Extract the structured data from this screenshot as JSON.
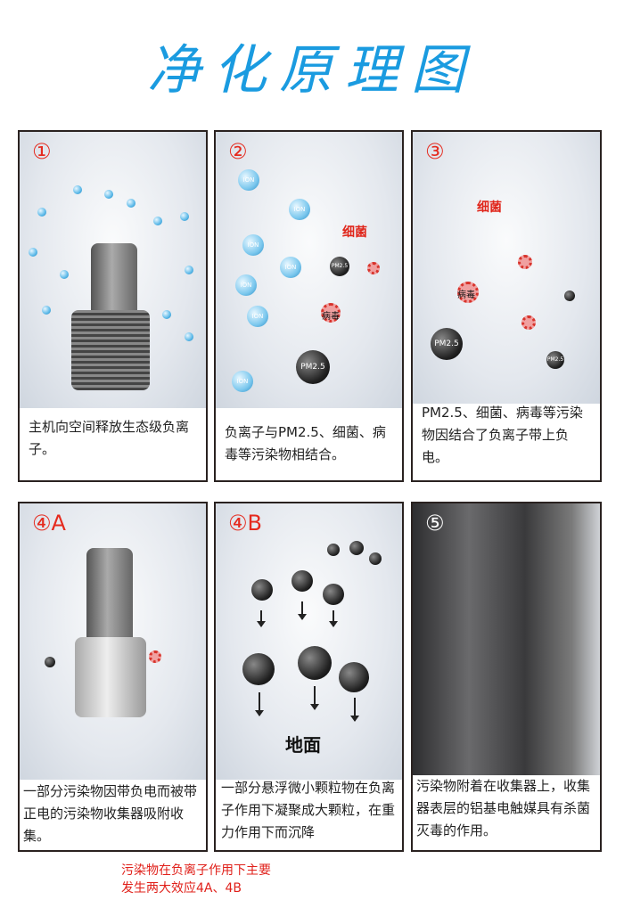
{
  "title": "净化原理图",
  "panels": [
    {
      "num": "①",
      "caption": "主机向空间释放生态级负离子。"
    },
    {
      "num": "②",
      "caption": "负离子与PM2.5、细菌、病毒等污染物相结合。",
      "labels": {
        "ion": "ION",
        "bacteria": "细菌",
        "virus": "病毒",
        "pm": "PM2.5"
      }
    },
    {
      "num": "③",
      "caption": "PM2.5、细菌、病毒等污染物因结合了负离子带上负电。",
      "labels": {
        "bacteria": "细菌",
        "virus": "病毒",
        "pm": "PM2.5"
      }
    },
    {
      "num": "④A",
      "caption": "一部分污染物因带负电而被带正电的污染物收集器吸附收集。"
    },
    {
      "num": "④B",
      "caption": "一部分悬浮微小颗粒物在负离子作用下凝聚成大颗粒，在重力作用下而沉降",
      "labels": {
        "ground": "地面"
      }
    },
    {
      "num": "⑤",
      "caption": "污染物附着在收集器上，收集器表层的铝基电触媒具有杀菌灭毒的作用。"
    }
  ],
  "note": [
    "污染物在负离子作用下主要",
    "发生两大效应4A、4B"
  ]
}
